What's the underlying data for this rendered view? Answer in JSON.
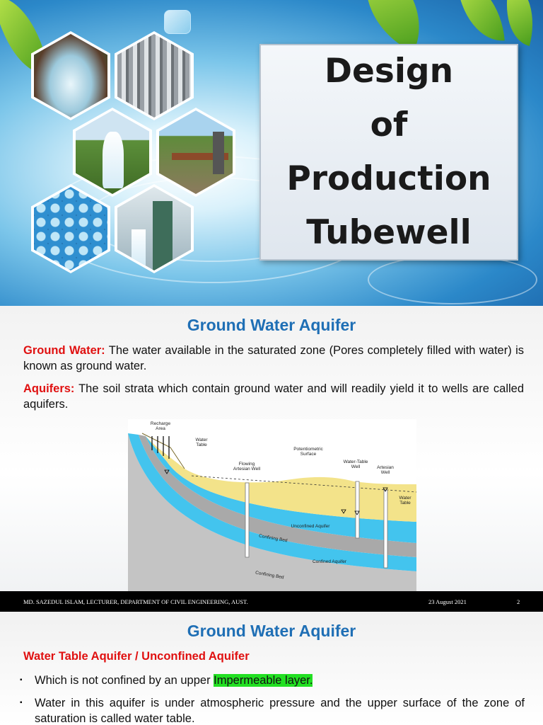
{
  "slide1": {
    "title_lines": [
      "Design",
      "of",
      "Production",
      "Tubewell"
    ]
  },
  "slide2": {
    "heading": "Ground Water Aquifer",
    "paragraphs": [
      {
        "term": "Ground Water:",
        "text": " The water available in the saturated zone (Pores completely filled with water) is known as ground water."
      },
      {
        "term": "Aquifers:",
        "text": " The soil strata which contain ground water and will readily yield it to wells are called aquifers."
      }
    ],
    "diagram_labels": {
      "recharge": "Recharge",
      "area": "Area",
      "water": "Water",
      "table": "Table",
      "potentiometric": "Potentiometric",
      "surface": "Surface",
      "flowing": "Flowing",
      "artesian_well": "Artesian Well",
      "water_table": "Water-Table",
      "well": "Well",
      "artesian": "Artesian",
      "well2": "Well",
      "water2": "Water",
      "table2": "Table",
      "unconfined": "Unconfined Aquifer",
      "confining1": "Confining Bed",
      "confined": "Confined Aquifer",
      "confining2": "Confining Bed"
    },
    "footer": {
      "author": "MD. SAZEDUL ISLAM, LECTURER, DEPARTMENT OF CIVIL ENGINEERING, AUST.",
      "date": "23 August 2021",
      "page": "2"
    }
  },
  "slide3": {
    "heading": "Ground Water Aquifer",
    "subheading": "Water Table Aquifer / Unconfined Aquifer",
    "bullet1_pre": "Which is not confined by an upper ",
    "bullet1_hl": "Impermeable layer.",
    "bullet2": "Water in this aquifer is under atmospheric pressure and the upper surface of the zone of saturation is called water table.",
    "bullet_mark": "▪"
  },
  "colors": {
    "heading_blue": "#1f6fb5",
    "term_red": "#e01010",
    "highlight_green": "#22e022",
    "aquifer_blue": "#3fc3ef",
    "sand_yellow": "#f3e38a",
    "confining_gray": "#b8b8b8"
  }
}
